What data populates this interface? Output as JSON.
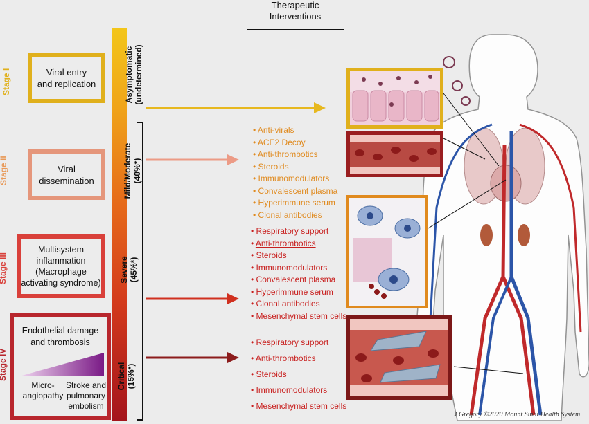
{
  "header": {
    "title_line1": "Therapeutic",
    "title_line2": "Interventions"
  },
  "stages": [
    {
      "label": "Stage I",
      "color": "#e0b01c",
      "box_text": "Viral entry\nand replication"
    },
    {
      "label": "Stage II",
      "color": "#e5967b",
      "box_text": "Viral\ndissemination"
    },
    {
      "label": "Stage III",
      "color": "#d9403a",
      "box_text": "Multisystem\ninflammation\n(Macrophage\nactivating syndrome)"
    },
    {
      "label": "Stage IV",
      "color": "#b8262d",
      "box_text": "Endothelial damage\nand thrombosis"
    }
  ],
  "stage4_scale": {
    "left": "Micro-\nangiopathy",
    "right": "Stroke and\npulmonary\nembolism"
  },
  "severity": [
    {
      "label": "Asymptomatic\n(undetermined)"
    },
    {
      "label": "Mild/Moderate\n(40%*)"
    },
    {
      "label": "Severe\n(45%*)"
    },
    {
      "label": "Critical\n(15%*)"
    }
  ],
  "interventions": {
    "mild": [
      "Anti-virals",
      "ACE2 Decoy",
      "Anti-thrombotics",
      "Steroids",
      "Immunomodulators",
      "Convalescent plasma",
      "Hyperimmune serum",
      "Clonal antibodies"
    ],
    "severe": [
      "Respiratory support",
      "Anti-thrombotics",
      "Steroids",
      "Immunomodulators",
      "Convalescent plasma",
      "Hyperimmune serum",
      "Clonal antibodies",
      "Mesenchymal stem cells"
    ],
    "critical": [
      "Respiratory support",
      "Anti-thrombotics",
      "Steroids",
      "Immunomodulators",
      "Mesenchymal stem cells"
    ]
  },
  "credit": "J Gregory ©2020 Mount Sinai Health System",
  "colors": {
    "orange": "#e08a1e",
    "red": "#c8201f",
    "yellow": "#e0b01c",
    "salmon": "#e5967b",
    "darkred": "#8c1c1c"
  }
}
